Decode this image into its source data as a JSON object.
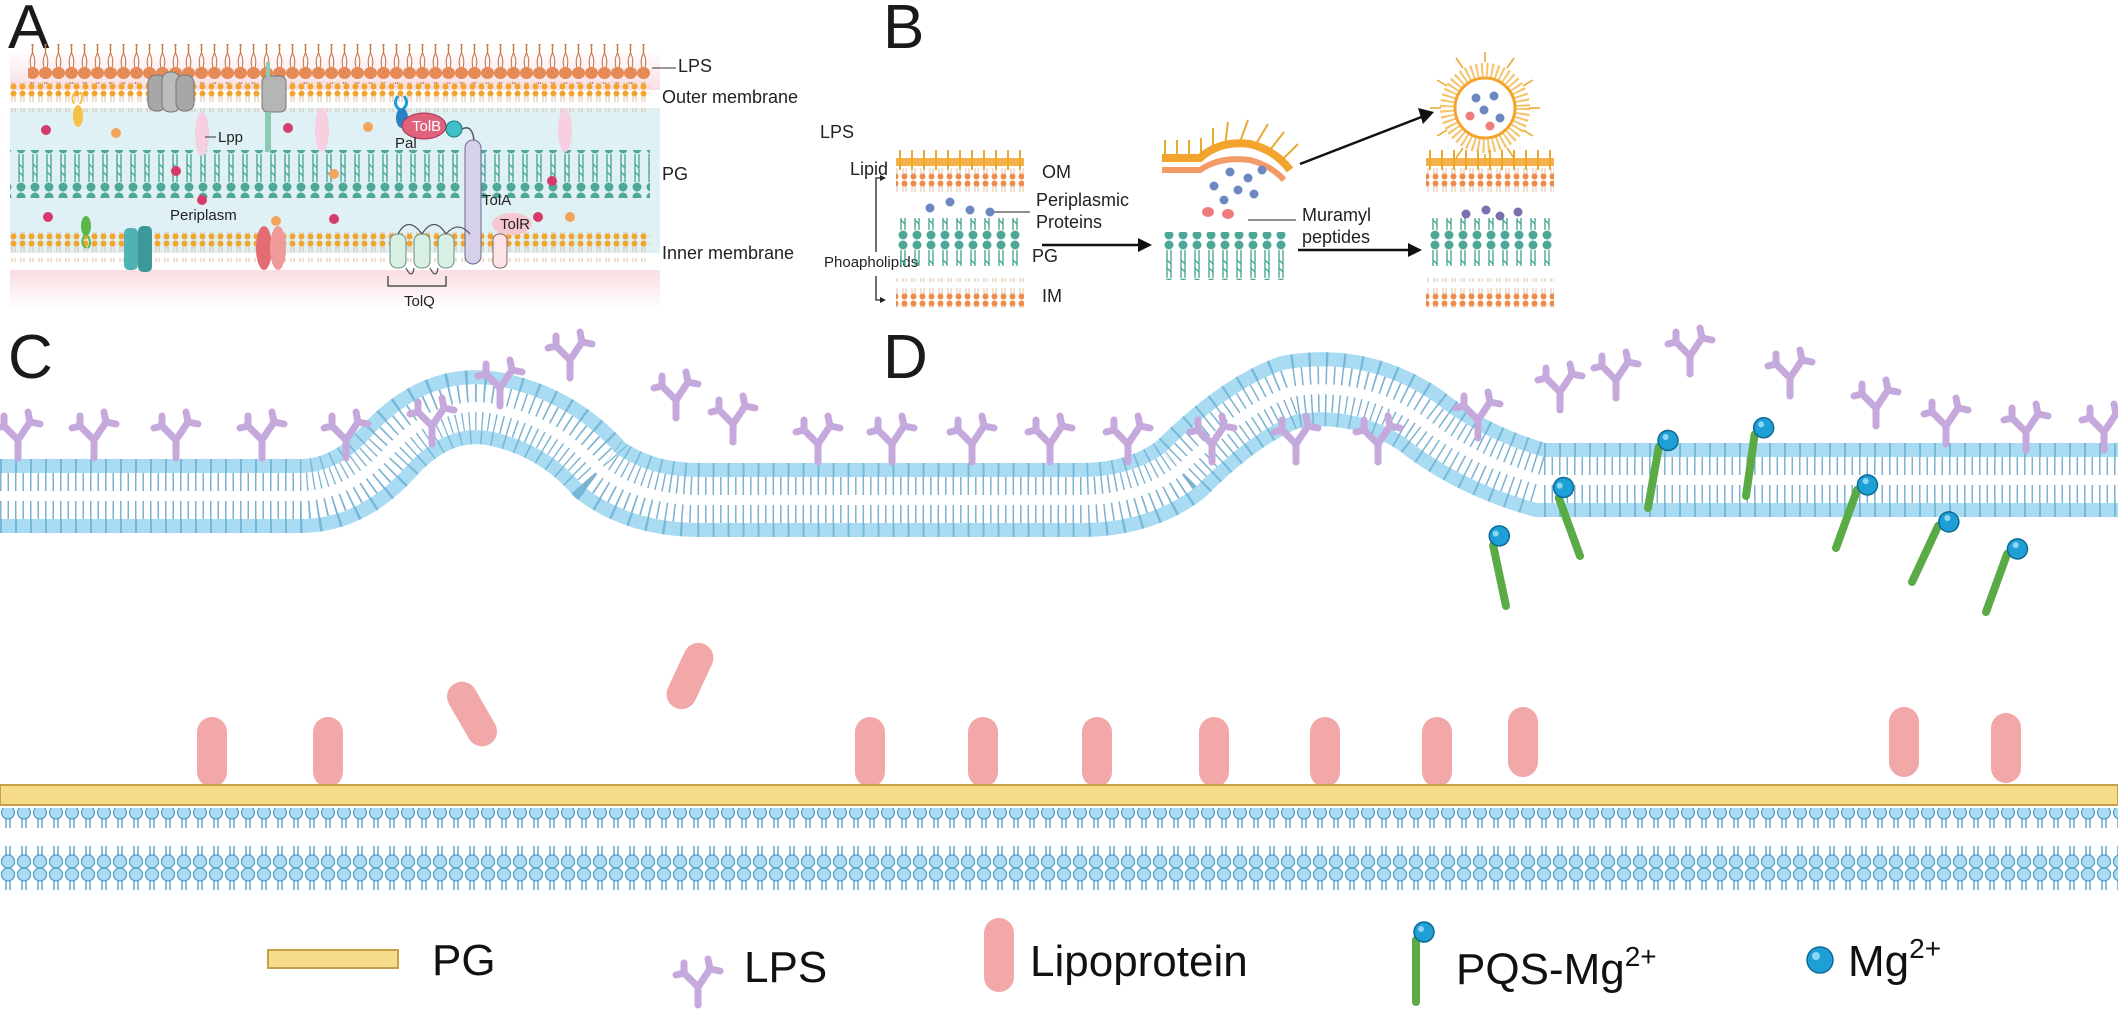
{
  "panels": {
    "a": "A",
    "b": "B",
    "c": "C",
    "d": "D"
  },
  "panel_a": {
    "lps": "LPS",
    "outer_membrane": "Outer membrane",
    "pg": "PG",
    "inner_membrane": "Inner membrane",
    "lpp": "Lpp",
    "periplasm": "Periplasm",
    "pal": "Pal",
    "tolb": "TolB",
    "tola": "TolA",
    "tolr": "TolR",
    "tolq": "TolQ"
  },
  "panel_b": {
    "lps": "LPS",
    "lipid": "Lipid",
    "om": "OM",
    "periplasmic_proteins_1": "Periplasmic",
    "periplasmic_proteins_2": "Proteins",
    "pg": "PG",
    "phospholipids": "Phoapholipids",
    "im": "IM",
    "muramyl_1": "Muramyl",
    "muramyl_2": "peptides"
  },
  "legend": {
    "pg": "PG",
    "lps": "LPS",
    "lipoprotein": "Lipoprotein",
    "pqs_mg": "PQS-Mg",
    "pqs_mg_sup": "2+",
    "mg": "Mg",
    "mg_sup": "2+"
  },
  "colors": {
    "bilayer_blue_head": "#a9dcf2",
    "bilayer_blue_edge": "#4f9ac4",
    "lps_purple": "#c6a9dc",
    "lipoprotein_pink": "#f2a7a9",
    "pg_yellow": "#f6dc8a",
    "pqs_green": "#5aaa46",
    "mg_blue": "#1e9fd6",
    "orange_lipid": "#f3a42c",
    "pg_teal": "#4fa897",
    "periplasm_fill": "#dff1f5",
    "om_pink": "#f9e1e4"
  }
}
